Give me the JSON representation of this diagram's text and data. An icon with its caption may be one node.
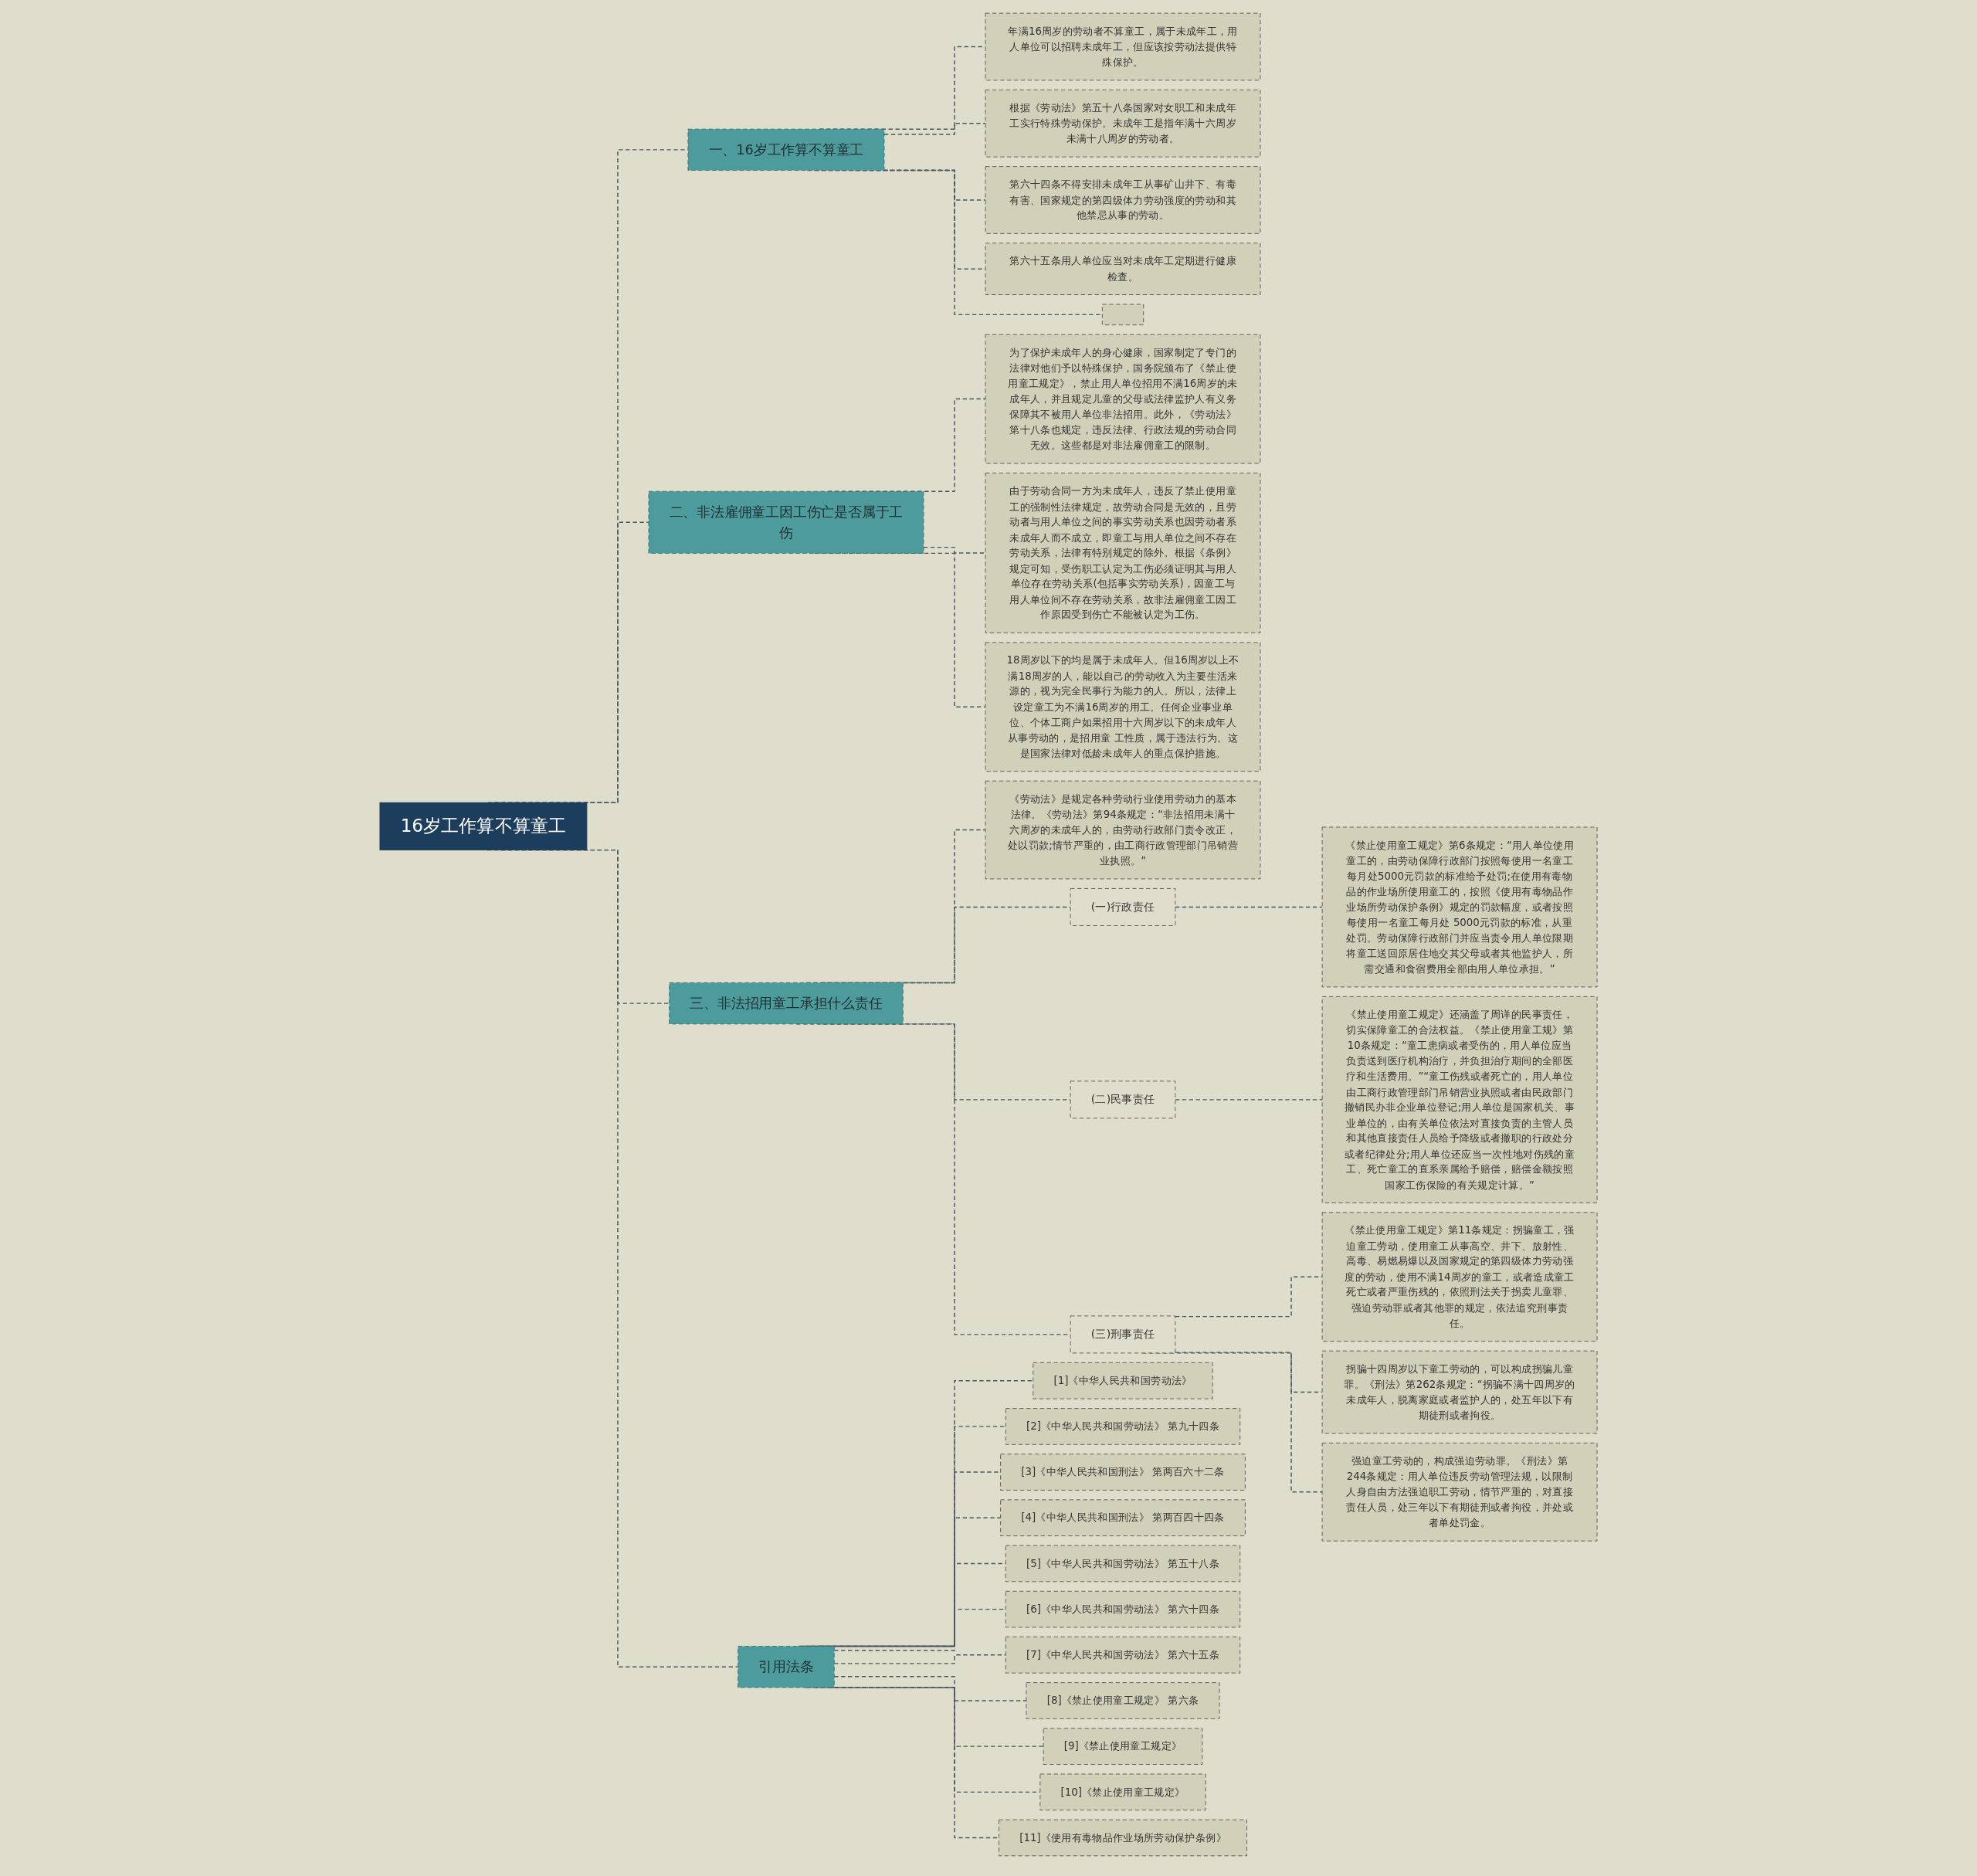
{
  "diagram": {
    "nodes": [
      {
        "text": [
          "16岁工作算不算童工"
        ]
      },
      {
        "text": [
          "一、16岁工作算不算童工"
        ]
      },
      {
        "text": [
          "年满16周岁的劳动者不算童工，属于未成年工，用人单位可以招聘未成年工，但应该按劳动法提供特殊保护。"
        ]
      },
      {
        "text": [
          "根据《劳动法》第五十八条国家对女职工和未成年工实行特殊劳动保护。未成年工是指年满十六周岁未满十八周岁的劳动者。"
        ]
      },
      {
        "text": [
          "第六十四条不得安排未成年工从事矿山井下、有毒有害、国家规定的第四级体力劳动强度的劳动和其他禁忌从事的劳动。"
        ]
      },
      {
        "text": [
          "第六十五条用人单位应当对未成年工定期进行健康检查。"
        ]
      },
      {
        "text": [],
        "shape": "box"
      },
      {
        "text": [
          "二、非法雇佣童工因工伤亡是否属于工伤"
        ]
      },
      {
        "text": [
          "为了保护未成年人的身心健康，国家制定了专门的法律对他们予以特殊保护，国务院颁布了《禁止使用童工规定》，禁止用人单位招用不满16周岁的未成年人，并且规定儿童的父母或法律监护人有义务保障其不被用人单位非法招用。此外，《劳动法》第十八条也规定，违反法律、行政法规的劳动合同无效。这些都是对非法雇佣童工的限制。"
        ]
      },
      {
        "text": [
          "由于劳动合同一方为未成年人，违反了禁止使用童工的强制性法律规定，故劳动合同是无效的，且劳动者与用人单位之间的事实劳动关系也因劳动者系未成年人而不成立，即童工与用人单位之间不存在劳动关系，法律有特别规定的除外。根据《条例》规定可知，受伤职工认定为工伤必须证明其与用人单位存在劳动关系(包括事实劳动关系)，因童工与用人单位间不存在劳动关系，故非法雇佣童工因工作原因受到伤亡不能被认定为工伤。"
        ]
      },
      {
        "text": [
          "18周岁以下的均是属于未成年人。但16周岁以上不满18周岁的人，能以自己的劳动收入为主要生活来源的，视为完全民事行为能力的人。所以，法律上设定童工为不满16周岁的用工。任何企业事业单位、个体工商户如果招用十六周岁以下的未成年人从事劳动的，是招用童 工性质，属于违法行为。这是国家法律对低龄未成年人的重点保护措施。"
        ]
      },
      {
        "text": [
          "三、非法招用童工承担什么责任"
        ]
      },
      {
        "text": [
          "《劳动法》是规定各种劳动行业使用劳动力的基本法律。《劳动法》第94条规定：“非法招用未满十六周岁的未成年人的，由劳动行政部门责令改正，处以罚款;情节严重的，由工商行政管理部门吊销营业执照。”"
        ]
      },
      {
        "text": [
          "(一)行政责任"
        ]
      },
      {
        "text": [
          "《禁止使用童工规定》第6条规定：“用人单位使用童工的，由劳动保障行政部门按照每使用一名童工每月处5000元罚款的标准给予处罚;在使用有毒物品的作业场所使用童工的，按照《使用有毒物品作业场所劳动保护条例》规定的罚款幅度，或者按照每使用一名童工每月处 5000元罚款的标准，从重处罚。劳动保障行政部门并应当责令用人单位限期将童工送回原居住地交其父母或者其他监护人，所需交通和食宿费用全部由用人单位承担。”"
        ]
      },
      {
        "text": [
          "(二)民事责任"
        ]
      },
      {
        "text": [
          "《禁止使用童工规定》还涵盖了周详的民事责任，切实保障童工的合法权益。《禁止使用童工规》第10条规定：“童工患病或者受伤的，用人单位应当负责送到医疗机构治疗，并负担治疗期间的全部医疗和生活费用。”“童工伤残或者死亡的，用人单位由工商行政管理部门吊销营业执照或者由民政部门撤销民办非企业单位登记;用人单位是国家机关、事业单位的，由有关单位依法对直接负责的主管人员和其他直接责任人员给予降级或者撤职的行政处分或者纪律处分;用人单位还应当一次性地对伤残的童工、死亡童工的直系亲属给予赔偿，赔偿金额按照国家工伤保险的有关规定计算。”"
        ]
      },
      {
        "text": [
          "(三)刑事责任"
        ]
      },
      {
        "text": [
          "《禁止使用童工规定》第11条规定：拐骗童工，强迫童工劳动，使用童工从事高空、井下、放射性、高毒、易燃易爆以及国家规定的第四级体力劳动强度的劳动，使用不满14周岁的童工，或者造成童工死亡或者严重伤残的，依照刑法关于拐卖儿童罪、强迫劳动罪或者其他罪的规定，依法追究刑事责任。"
        ]
      },
      {
        "text": [
          "拐骗十四周岁以下童工劳动的，可以构成拐骗儿童罪。《刑法》第262条规定：“拐骗不满十四周岁的未成年人，脱离家庭或者监护人的，处五年以下有期徒刑或者拘役。"
        ]
      },
      {
        "text": [
          "强迫童工劳动的，构成强迫劳动罪。《刑法》第244条规定：用人单位违反劳动管理法规，以限制人身自由方法强迫职工劳动，情节严重的，对直接责任人员，处三年以下有期徒刑或者拘役，并处或者单处罚金。"
        ]
      },
      {
        "text": [
          "引用法条"
        ]
      },
      {
        "text": [
          "[1]《中华人民共和国劳动法》"
        ]
      },
      {
        "text": [
          "[2]《中华人民共和国劳动法》 第九十四条"
        ]
      },
      {
        "text": [
          "[3]《中华人民共和国刑法》 第两百六十二条"
        ]
      },
      {
        "text": [
          "[4]《中华人民共和国刑法》 第两百四十四条"
        ]
      },
      {
        "text": [
          "[5]《中华人民共和国劳动法》 第五十八条"
        ]
      },
      {
        "text": [
          "[6]《中华人民共和国劳动法》 第六十四条"
        ]
      },
      {
        "text": [
          "[7]《中华人民共和国劳动法》 第六十五条"
        ]
      },
      {
        "text": [
          "[8]《禁止使用童工规定》 第六条"
        ]
      },
      {
        "text": [
          "[9]《禁止使用童工规定》"
        ]
      },
      {
        "text": [
          "[10]《禁止使用童工规定》"
        ]
      },
      {
        "text": [
          "[11]《使用有毒物品作业场所劳动保护条例》"
        ]
      }
    ],
    "edges": [
      {
        "from": 0,
        "to": 1,
        "arrow": "none",
        "style": "dashed"
      },
      {
        "from": 1,
        "to": 2,
        "arrow": "none",
        "style": "dashed"
      },
      {
        "from": 1,
        "to": 3,
        "arrow": "none",
        "style": "dashed"
      },
      {
        "from": 1,
        "to": 4,
        "arrow": "none",
        "style": "dashed"
      },
      {
        "from": 1,
        "to": 5,
        "arrow": "none",
        "style": "dashed"
      },
      {
        "from": 1,
        "to": 6,
        "arrow": "none",
        "style": "dashed"
      },
      {
        "from": 0,
        "to": 7,
        "arrow": "none",
        "style": "dashed"
      },
      {
        "from": 7,
        "to": 8,
        "arrow": "none",
        "style": "dashed"
      },
      {
        "from": 7,
        "to": 9,
        "arrow": "none",
        "style": "dashed"
      },
      {
        "from": 7,
        "to": 10,
        "arrow": "none",
        "style": "dashed"
      },
      {
        "from": 0,
        "to": 11,
        "arrow": "none",
        "style": "dashed"
      },
      {
        "from": 11,
        "to": 12,
        "arrow": "none",
        "style": "dashed"
      },
      {
        "from": 11,
        "to": 13,
        "arrow": "none",
        "style": "dashed"
      },
      {
        "from": 13,
        "to": 14,
        "arrow": "none",
        "style": "dashed"
      },
      {
        "from": 11,
        "to": 15,
        "arrow": "none",
        "style": "dashed"
      },
      {
        "from": 15,
        "to": 16,
        "arrow": "none",
        "style": "dashed"
      },
      {
        "from": 11,
        "to": 17,
        "arrow": "none",
        "style": "dashed"
      },
      {
        "from": 17,
        "to": 18,
        "arrow": "none",
        "style": "dashed"
      },
      {
        "from": 17,
        "to": 19,
        "arrow": "none",
        "style": "dashed"
      },
      {
        "from": 17,
        "to": 20,
        "arrow": "none",
        "style": "dashed"
      },
      {
        "from": 0,
        "to": 21,
        "arrow": "none",
        "style": "dashed"
      },
      {
        "from": 21,
        "to": 22,
        "arrow": "none",
        "style": "dashed"
      },
      {
        "from": 21,
        "to": 23,
        "arrow": "none",
        "style": "dashed"
      },
      {
        "from": 21,
        "to": 24,
        "arrow": "none",
        "style": "dashed"
      },
      {
        "from": 21,
        "to": 25,
        "arrow": "none",
        "style": "dashed"
      },
      {
        "from": 21,
        "to": 26,
        "arrow": "none",
        "style": "dashed"
      },
      {
        "from": 21,
        "to": 27,
        "arrow": "none",
        "style": "dashed"
      },
      {
        "from": 21,
        "to": 28,
        "arrow": "none",
        "style": "dashed"
      },
      {
        "from": 21,
        "to": 29,
        "arrow": "none",
        "style": "dashed"
      },
      {
        "from": 21,
        "to": 30,
        "arrow": "none",
        "style": "dashed"
      },
      {
        "from": 21,
        "to": 31,
        "arrow": "none",
        "style": "dashed"
      },
      {
        "from": 21,
        "to": 32,
        "arrow": "none",
        "style": "dashed"
      }
    ]
  }
}
